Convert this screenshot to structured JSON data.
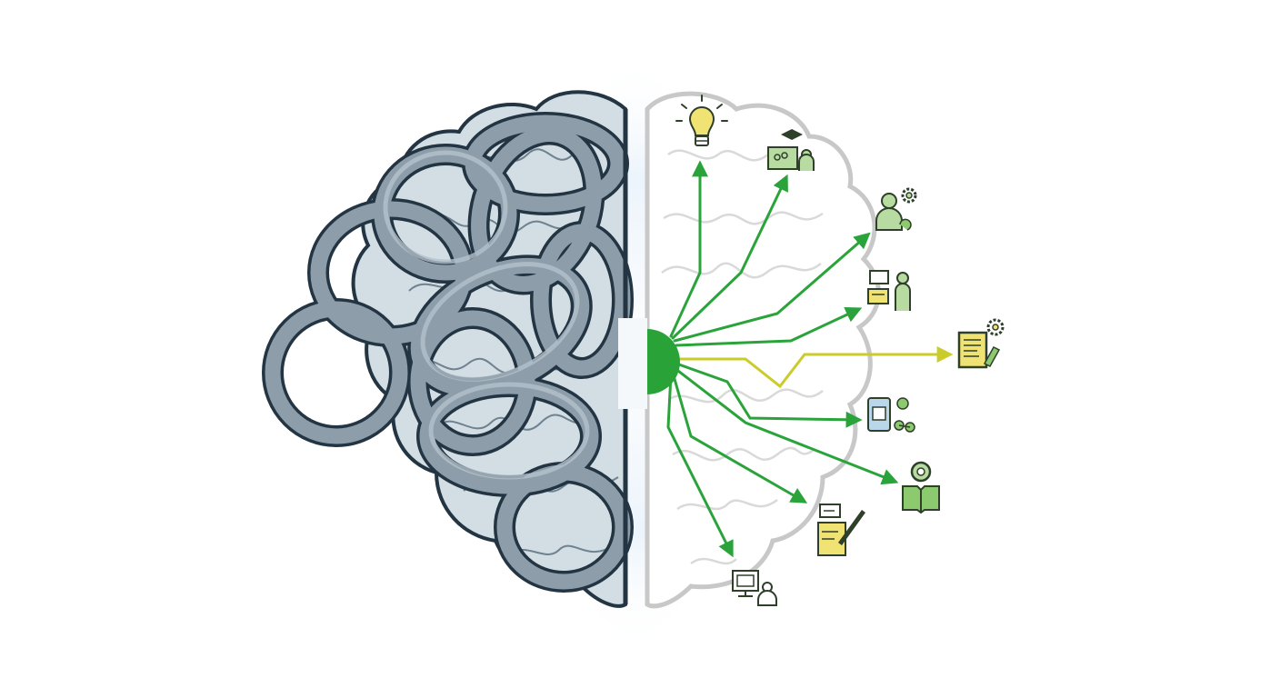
{
  "colors": {
    "background": "#ffffff",
    "tangle_fill": "#8d9eaa",
    "tangle_outline": "#233443",
    "brain_left_fill": "#d3dde4",
    "brain_right_outline": "#c8c8c8",
    "hub": "#29a338",
    "arrow_green": "#2aa43a",
    "arrow_yellow": "#c9cc2a",
    "icon_green": "#b7dba0",
    "icon_yellow": "#f1e373",
    "icon_outline": "#2e3f2a"
  },
  "icons": [
    {
      "id": "lightbulb",
      "name": "lightbulb-icon"
    },
    {
      "id": "teacher",
      "name": "teacher-presentation-icon"
    },
    {
      "id": "person-gear",
      "name": "person-gear-icon"
    },
    {
      "id": "discussion",
      "name": "discussion-person-icon"
    },
    {
      "id": "document-gear",
      "name": "document-gear-icon"
    },
    {
      "id": "phone-network",
      "name": "phone-network-icon"
    },
    {
      "id": "reader",
      "name": "person-reading-book-icon"
    },
    {
      "id": "writing",
      "name": "writing-notes-icon"
    },
    {
      "id": "computer-user",
      "name": "computer-user-icon"
    }
  ]
}
